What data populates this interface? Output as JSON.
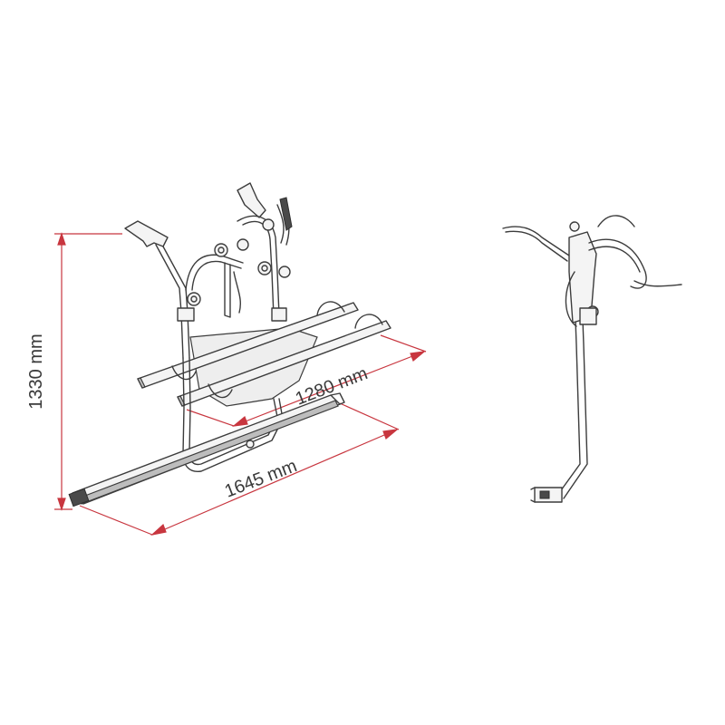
{
  "dimensions": {
    "height_label": "1330 mm",
    "width_rail_label": "1280 mm",
    "width_base_label": "1645 mm"
  },
  "colors": {
    "dimension_line": "#c8363f",
    "outline": "#3c3c3c",
    "shading": "#bdbdbd",
    "background": "#ffffff"
  }
}
